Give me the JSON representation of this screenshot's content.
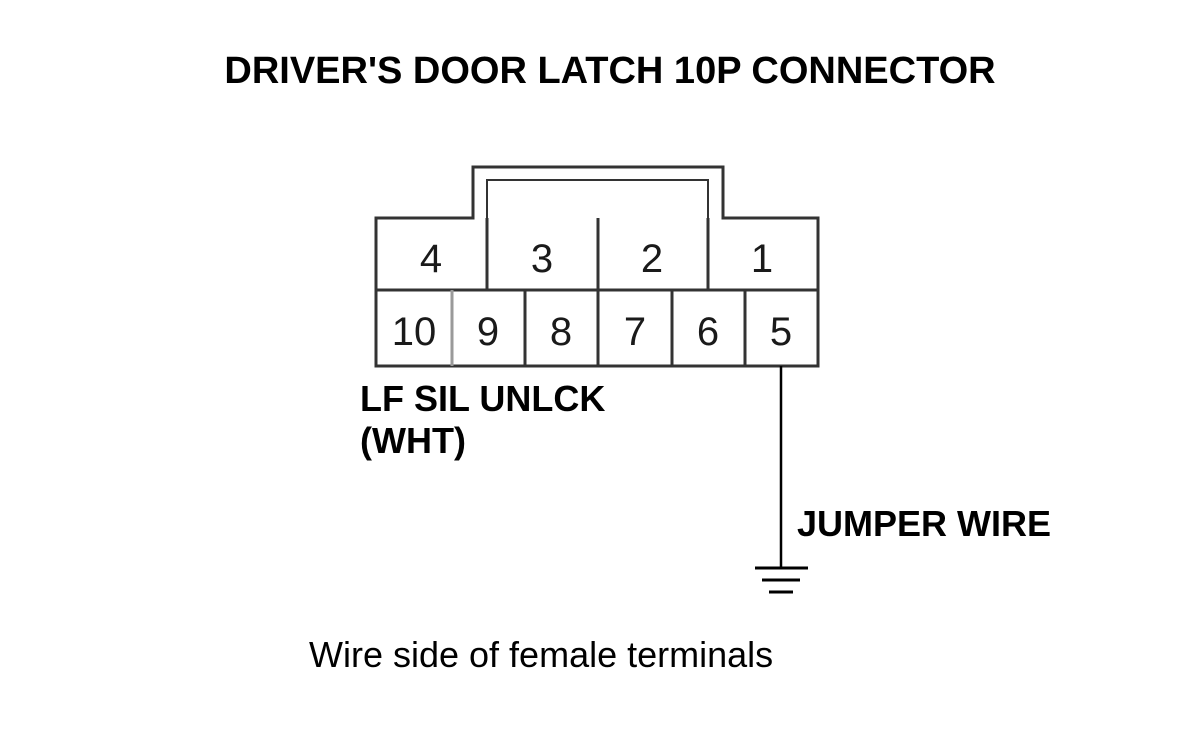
{
  "title": "DRIVER'S DOOR LATCH 10P CONNECTOR",
  "connector": {
    "top_row": [
      {
        "pin": "4"
      },
      {
        "pin": "3"
      },
      {
        "pin": "2"
      },
      {
        "pin": "1"
      }
    ],
    "bottom_row": [
      {
        "pin": "10"
      },
      {
        "pin": "9"
      },
      {
        "pin": "8"
      },
      {
        "pin": "7"
      },
      {
        "pin": "6"
      },
      {
        "pin": "5"
      }
    ]
  },
  "wire_label": {
    "line1": "LF SIL UNLCK",
    "line2": "(WHT)"
  },
  "jumper_label": "JUMPER WIRE",
  "caption": "Wire side of female terminals",
  "colors": {
    "outline": "#333333",
    "text": "#000000"
  }
}
